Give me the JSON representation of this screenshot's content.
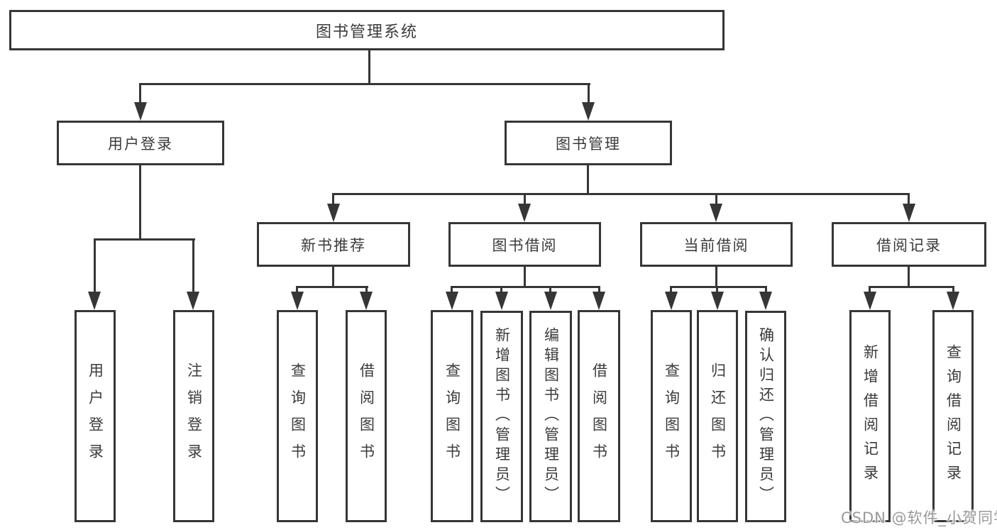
{
  "diagram": {
    "root": {
      "label": "图书管理系统"
    },
    "level2": {
      "user_login": {
        "label": "用户登录"
      },
      "book_management": {
        "label": "图书管理"
      }
    },
    "level3": {
      "new_book_recommend": {
        "label": "新书推荐"
      },
      "book_borrow": {
        "label": "图书借阅"
      },
      "current_borrow": {
        "label": "当前借阅"
      },
      "borrow_records": {
        "label": "借阅记录"
      }
    },
    "leaves": {
      "user_login": {
        "label": "用户登录"
      },
      "logout_login": {
        "label": "注销登录"
      },
      "nb_query_books": {
        "label": "查询图书"
      },
      "nb_borrow_books": {
        "label": "借阅图书"
      },
      "bb_query_books": {
        "label": "查询图书"
      },
      "bb_add_books": {
        "label": "新增图书（管理员）"
      },
      "bb_edit_books": {
        "label": "编辑图书（管理员）"
      },
      "bb_borrow_books": {
        "label": "借阅图书"
      },
      "cb_query_books": {
        "label": "查询图书"
      },
      "cb_return_books": {
        "label": "归还图书"
      },
      "cb_confirm_return": {
        "label": "确认归还（管理员）"
      },
      "br_add_record": {
        "label": "新增借阅记录"
      },
      "br_query_record": {
        "label": "查询借阅记录"
      }
    },
    "line_color": "#363636"
  },
  "watermark": {
    "text": "CSDN @软件_小贺同学"
  }
}
